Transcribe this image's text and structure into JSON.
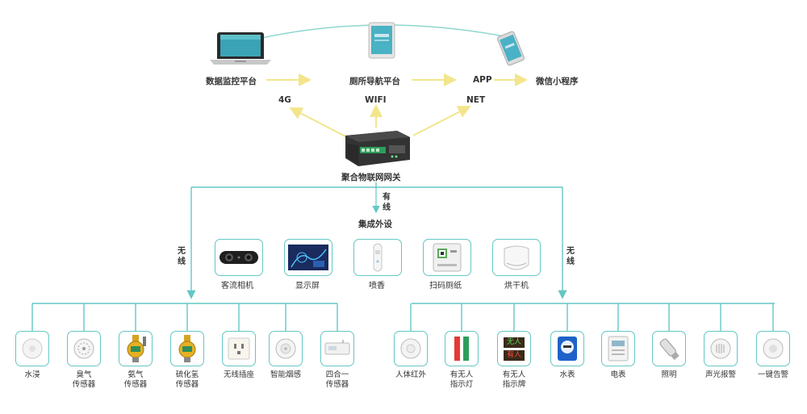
{
  "platforms": {
    "monitor": "数据监控平台",
    "navigation": "厕所导航平台",
    "app": "APP",
    "miniprogram": "微信小程序"
  },
  "links": {
    "g4": "4G",
    "wifi": "WIFI",
    "net": "NET"
  },
  "gateway": "聚合物联网网关",
  "wired": "有线",
  "wireless_left": "无线",
  "wireless_right": "无线",
  "integrated_title": "集成外设",
  "peripherals": [
    {
      "label": "客流相机",
      "icon": "camera-icon"
    },
    {
      "label": "显示屏",
      "icon": "display-screen-icon"
    },
    {
      "label": "喷香",
      "icon": "fragrance-dispenser-icon"
    },
    {
      "label": "扫码厕纸",
      "icon": "qr-tissue-dispenser-icon"
    },
    {
      "label": "烘干机",
      "icon": "hand-dryer-icon"
    }
  ],
  "left_sensors": [
    {
      "label": "水浸",
      "icon": "water-leak-sensor-icon"
    },
    {
      "label": "臭气\n传感器",
      "icon": "odor-sensor-icon"
    },
    {
      "label": "氨气\n传感器",
      "icon": "ammonia-sensor-icon"
    },
    {
      "label": "硫化氢\n传感器",
      "icon": "h2s-sensor-icon"
    },
    {
      "label": "无线插座",
      "icon": "wireless-socket-icon"
    },
    {
      "label": "智能烟感",
      "icon": "smoke-detector-icon"
    },
    {
      "label": "四合一\n传感器",
      "icon": "four-in-one-sensor-icon"
    }
  ],
  "right_sensors": [
    {
      "label": "人体红外",
      "icon": "pir-sensor-icon"
    },
    {
      "label": "有无人\n指示灯",
      "icon": "occupancy-light-icon"
    },
    {
      "label": "有无人\n指示牌",
      "icon": "occupancy-sign-icon"
    },
    {
      "label": "水表",
      "icon": "water-meter-icon"
    },
    {
      "label": "电表",
      "icon": "electric-meter-icon"
    },
    {
      "label": "照明",
      "icon": "lighting-icon"
    },
    {
      "label": "声光报警",
      "icon": "siren-alarm-icon"
    },
    {
      "label": "一键告警",
      "icon": "alarm-button-icon"
    }
  ],
  "sign_text": {
    "unoccupied": "无人",
    "occupied": "有人"
  },
  "colors": {
    "line": "#63c7c4",
    "arrow": "#f2e58c",
    "arc": "#8fd6d0"
  }
}
